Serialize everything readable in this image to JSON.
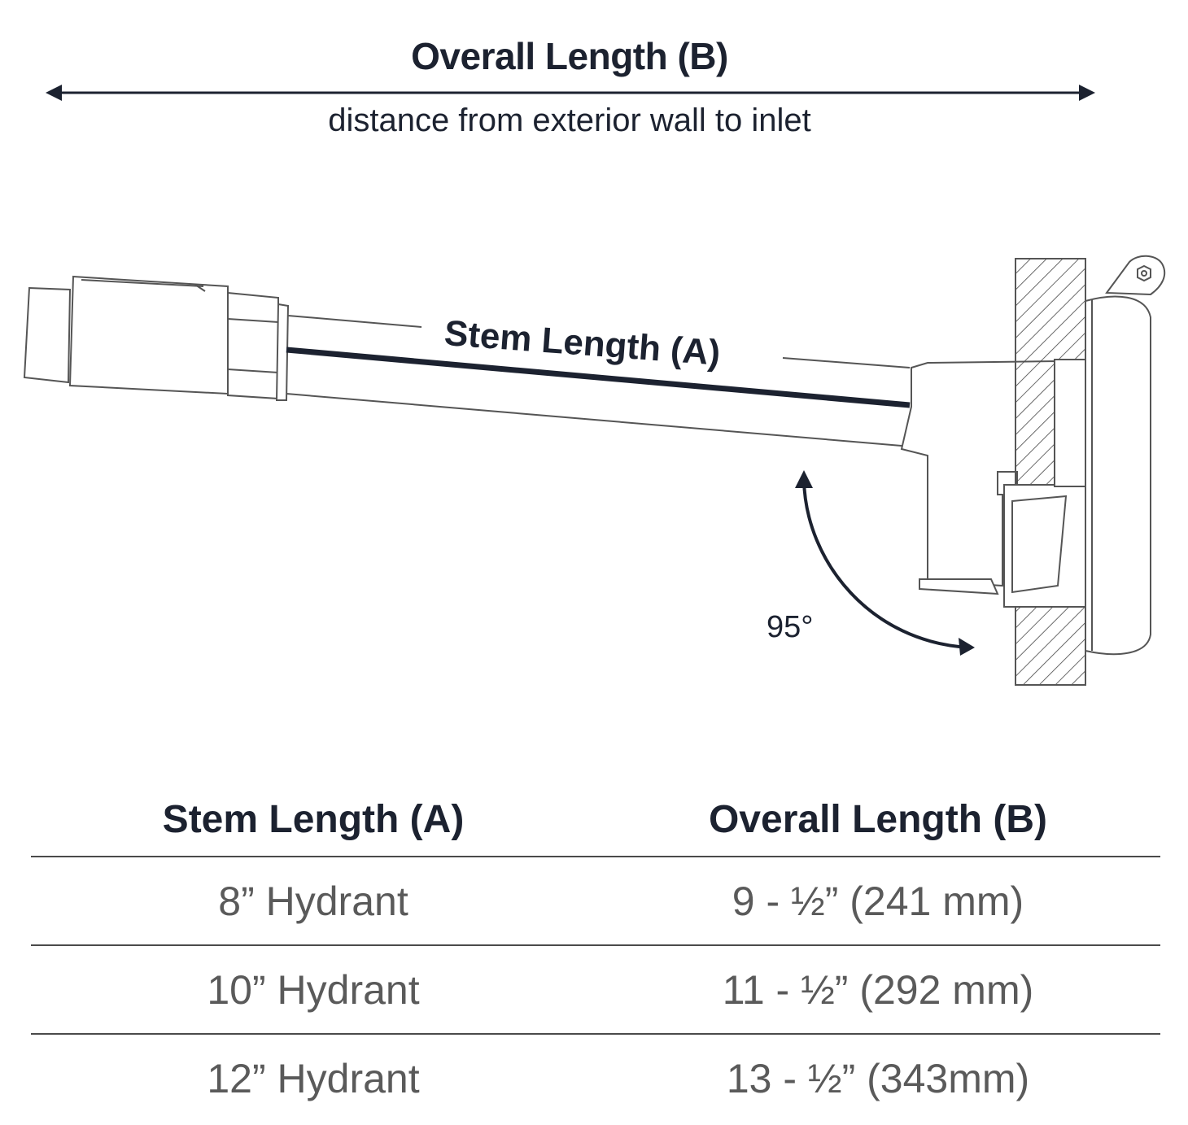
{
  "header": {
    "overall_title": "Overall Length (B)",
    "overall_subtitle": "distance from exterior wall to inlet"
  },
  "diagram": {
    "stem_label": "Stem Length (A)",
    "angle_label": "95°"
  },
  "table": {
    "headers": [
      "Stem Length (A)",
      "Overall Length (B)"
    ],
    "rows": [
      {
        "stem": "8” Hydrant",
        "overall": "9 - ½” (241 mm)"
      },
      {
        "stem": "10” Hydrant",
        "overall": "11 - ½” (292 mm)"
      },
      {
        "stem": "12” Hydrant",
        "overall": "13 - ½” (343mm)"
      }
    ]
  },
  "colors": {
    "ink": "#1c2230",
    "table_text": "#5a5a5a",
    "rule": "#4a4a4a"
  }
}
